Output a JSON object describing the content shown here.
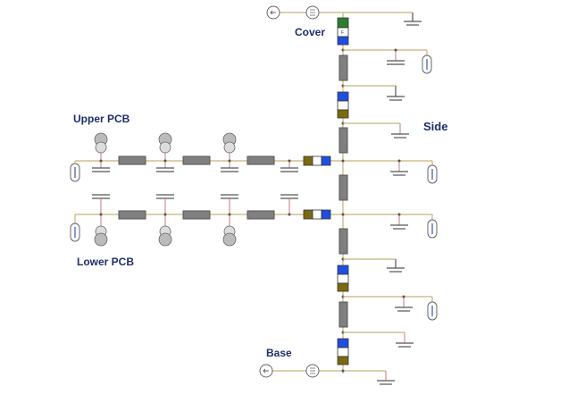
{
  "labels": {
    "cover": "Cover",
    "side": "Side",
    "upper_pcb": "Upper PCB",
    "lower_pcb": "Lower PCB",
    "base": "Base"
  },
  "colors": {
    "wire": "#c8b27a",
    "resistor": "#808080",
    "blue": "#1f4fe0",
    "olive": "#7a6a10",
    "green": "#2e7d32",
    "label": "#1f2d6b"
  },
  "icons": [
    "temperature-source-icon",
    "heat-flow-source-icon",
    "ground-icon",
    "thermometer-icon",
    "thermal-mass-icon",
    "capacitor-icon",
    "resistor-icon",
    "convection-block-icon"
  ]
}
